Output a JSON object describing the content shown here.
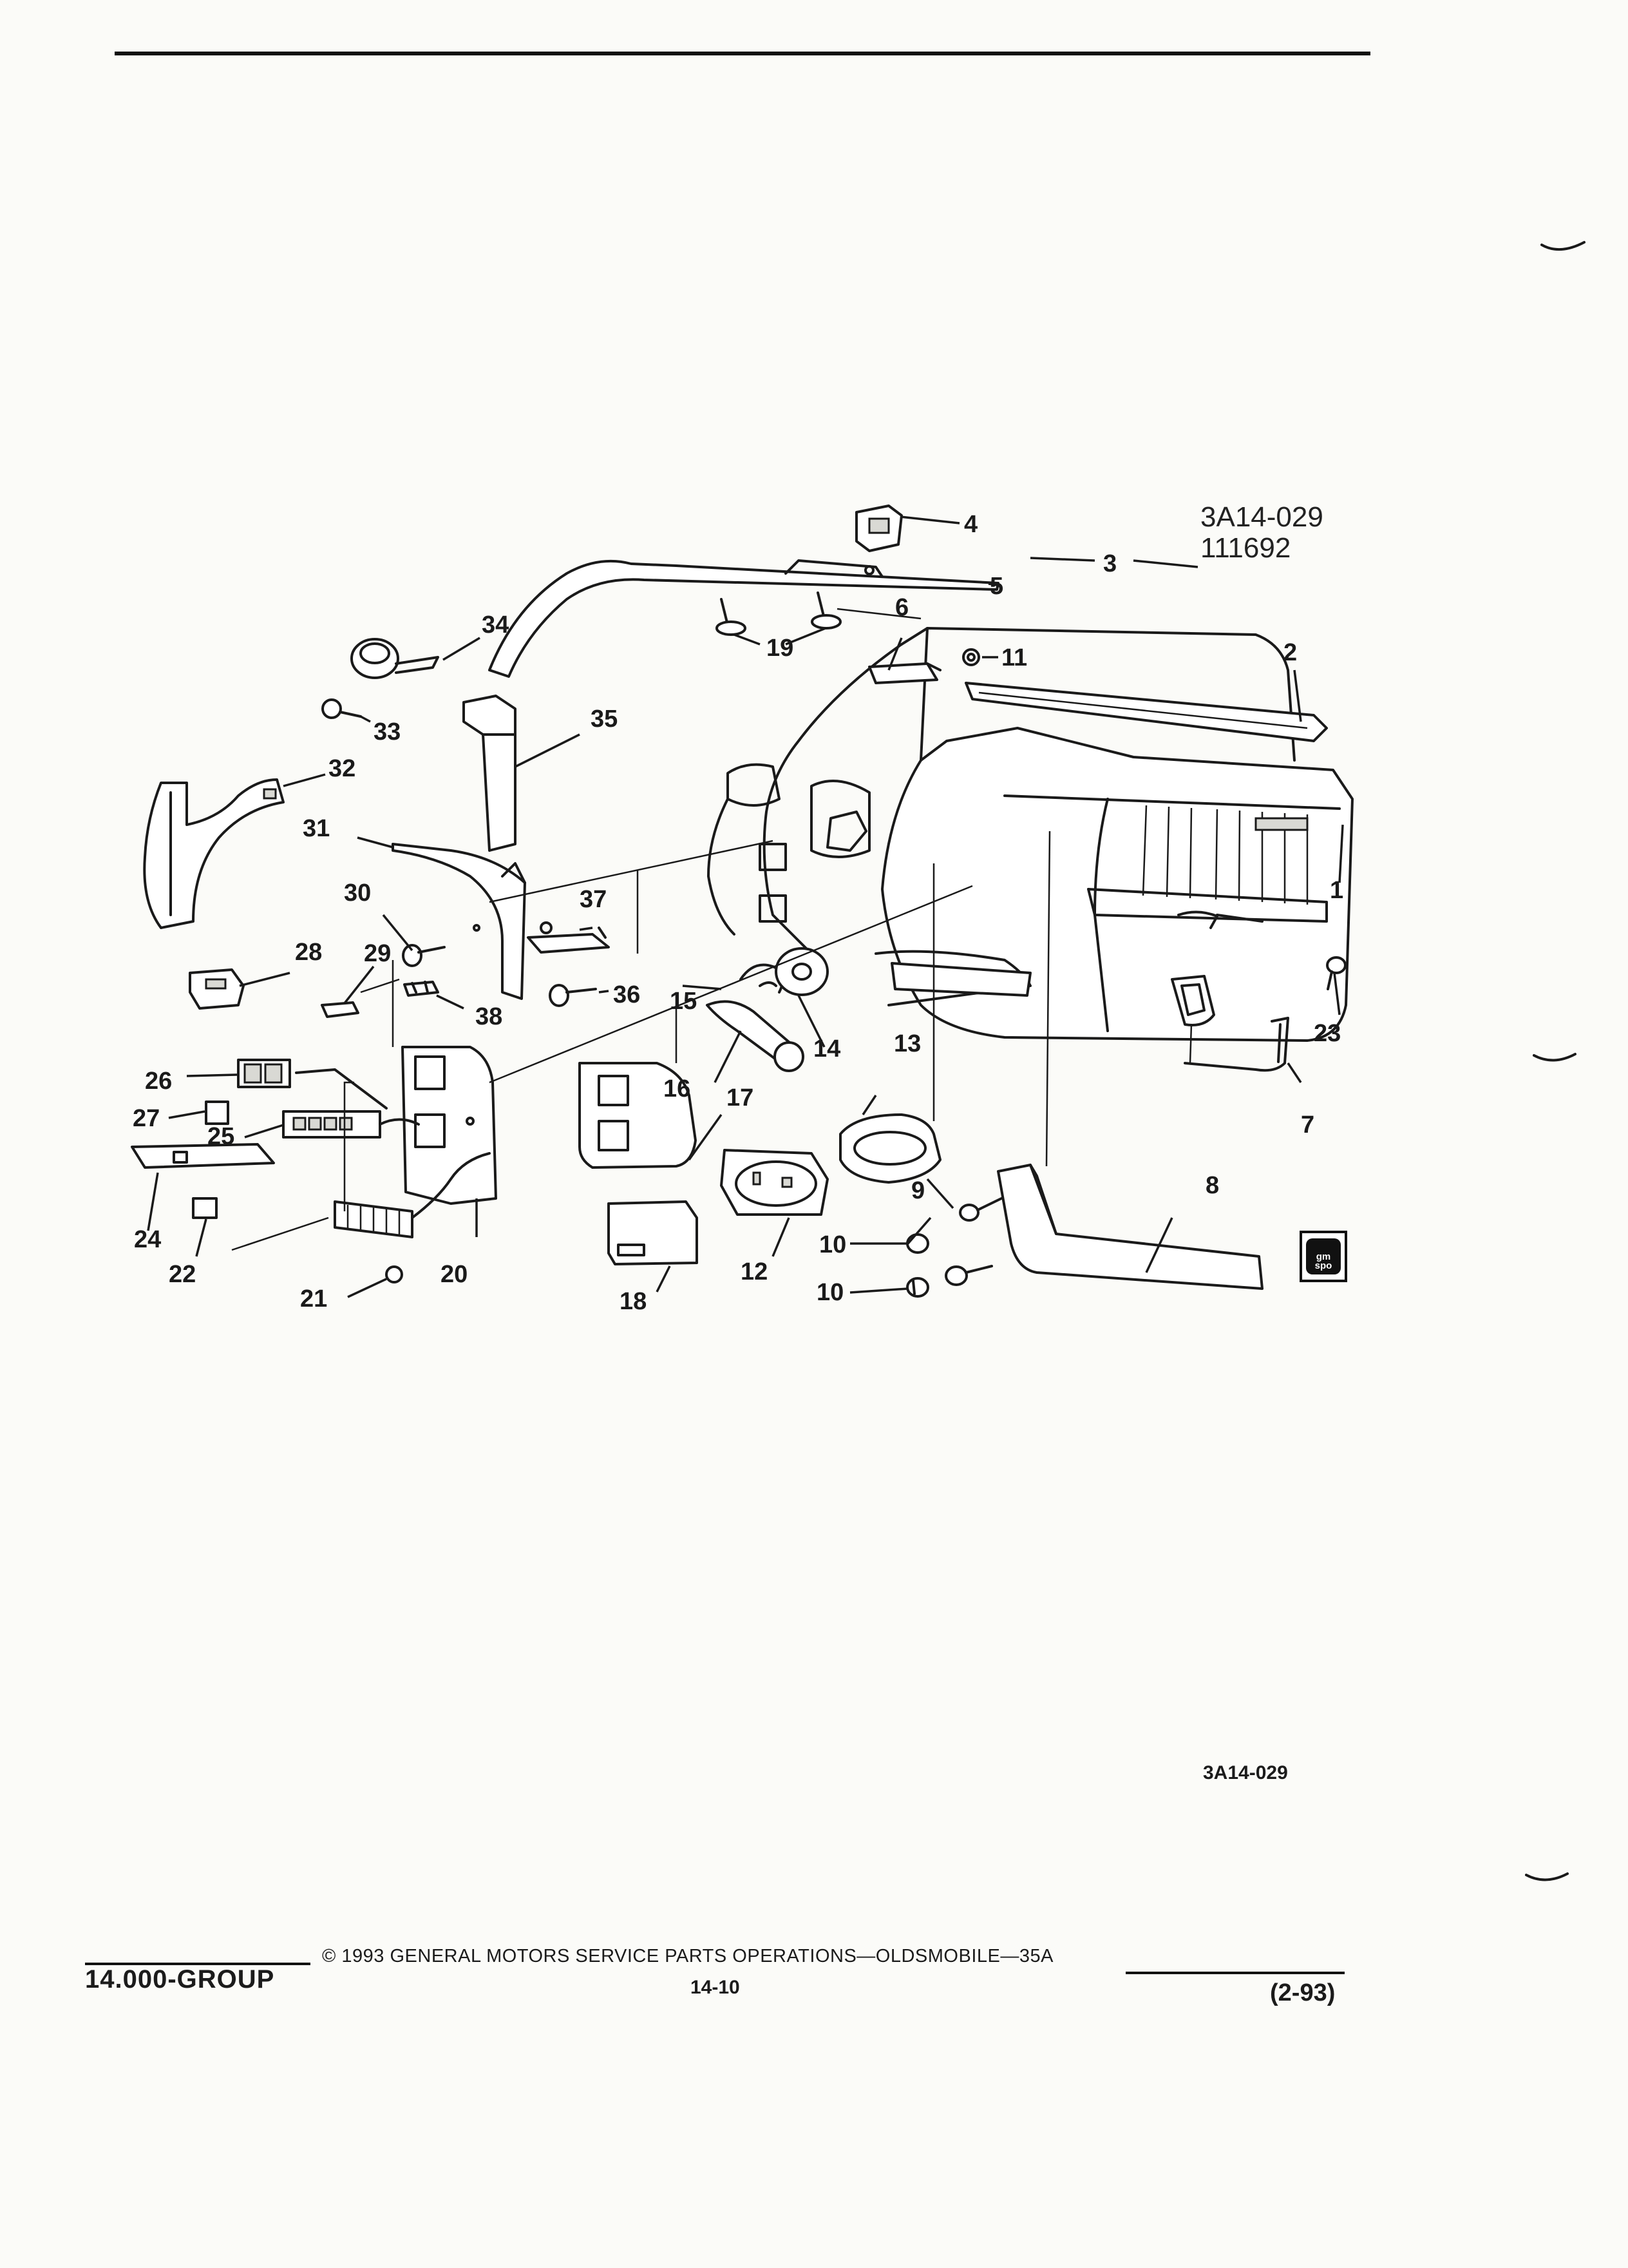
{
  "figure": {
    "code": "3A14-029",
    "number": "111692",
    "bottom_code": "3A14-029"
  },
  "callouts": {
    "c1": "1",
    "c2": "2",
    "c3": "3",
    "c4": "4",
    "c5": "5",
    "c6": "6",
    "c7": "7",
    "c8": "8",
    "c9": "9",
    "c10a": "10",
    "c10b": "10",
    "c11": "11",
    "c12": "12",
    "c13": "13",
    "c14": "14",
    "c15": "15",
    "c16": "16",
    "c17": "17",
    "c18": "18",
    "c19": "19",
    "c20": "20",
    "c21": "21",
    "c22": "22",
    "c23": "23",
    "c24": "24",
    "c25": "25",
    "c26": "26",
    "c27": "27",
    "c28": "28",
    "c29": "29",
    "c30": "30",
    "c31": "31",
    "c32": "32",
    "c33": "33",
    "c34": "34",
    "c35": "35",
    "c36": "36",
    "c37": "37",
    "c38": "38"
  },
  "badge": {
    "text": "gm spo"
  },
  "footer": {
    "group": "14.000-GROUP",
    "copyright": "© 1993 GENERAL MOTORS SERVICE PARTS OPERATIONS—OLDSMOBILE—35A",
    "page": "14-10",
    "date": "(2-93)"
  }
}
